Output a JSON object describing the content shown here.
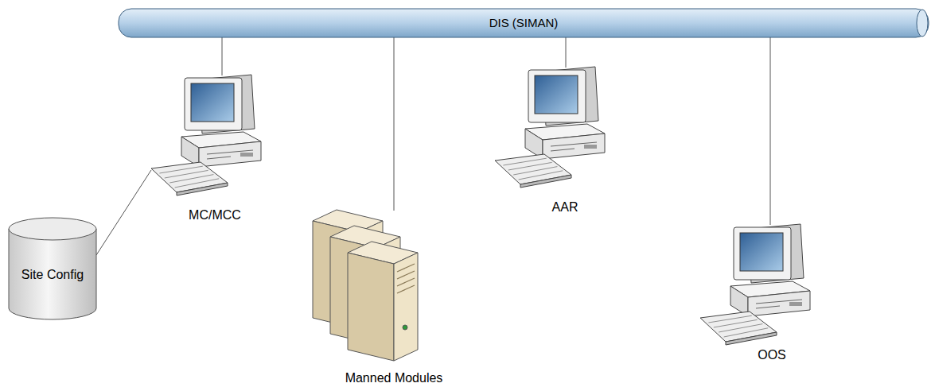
{
  "diagram": {
    "nodes": [
      {
        "text": [
          "DIS (SIMAN)"
        ]
      },
      {
        "text": [
          "MC/MCC"
        ]
      },
      {
        "text": [
          "AAR"
        ]
      },
      {
        "text": [
          "Manned Modules"
        ]
      },
      {
        "text": [
          "OOS"
        ]
      },
      {
        "text": [
          "Site Config"
        ]
      }
    ],
    "edges": [
      {
        "from": 0,
        "to": 1,
        "arrow": "none"
      },
      {
        "from": 0,
        "to": 3,
        "arrow": "none"
      },
      {
        "from": 0,
        "to": 2,
        "arrow": "none"
      },
      {
        "from": 0,
        "to": 4,
        "arrow": "none"
      },
      {
        "from": 1,
        "to": 5,
        "arrow": "none"
      }
    ]
  }
}
